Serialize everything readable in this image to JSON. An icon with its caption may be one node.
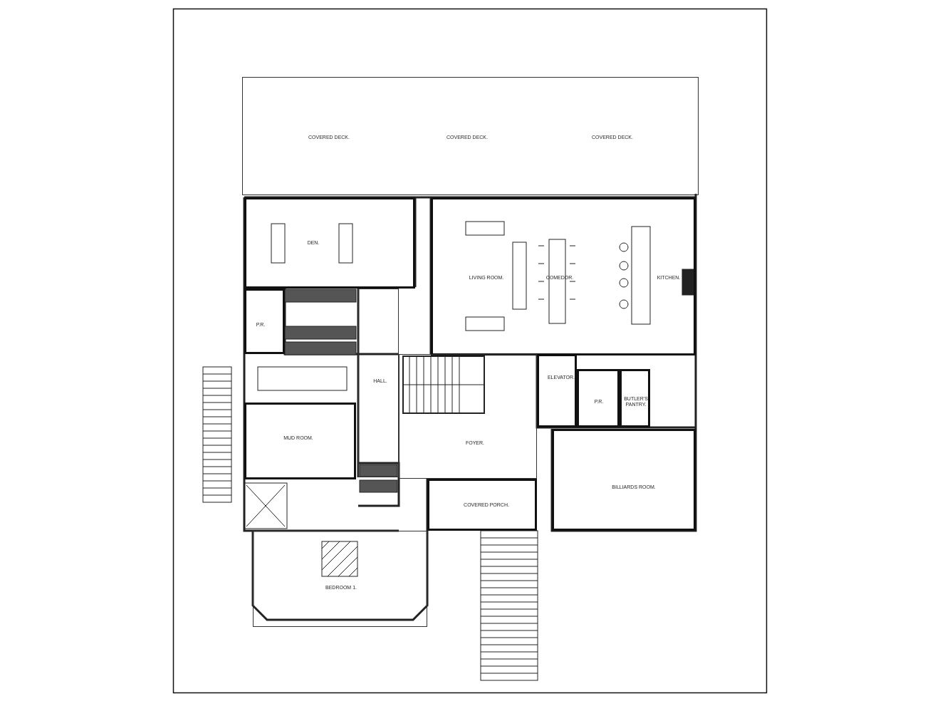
{
  "diagram": {
    "nodes": [
      {
        "text": [
          "COVERED DECK.",
          "COVERED DECK.",
          "COVERED DECK."
        ]
      },
      {
        "text": [
          "DEN."
        ]
      },
      {
        "text": [
          "LIVING ROOM.",
          "COMEDOR.",
          "KITCHEN."
        ]
      },
      {
        "text": [
          "P.R."
        ]
      },
      {
        "text": [
          "HALL."
        ]
      },
      {
        "text": [
          "ELEVATOR."
        ]
      },
      {
        "text": [
          "P.R."
        ]
      },
      {
        "text": [
          "BUTLER'S PANTRY."
        ]
      },
      {
        "text": [
          "MUD ROOM."
        ]
      },
      {
        "text": [
          "FOYER."
        ]
      },
      {
        "text": [
          "COVERED PORCH."
        ]
      },
      {
        "text": [
          "BILLIARDS ROOM."
        ]
      },
      {
        "text": [
          "BEDROOM 1."
        ]
      }
    ],
    "edges": []
  }
}
